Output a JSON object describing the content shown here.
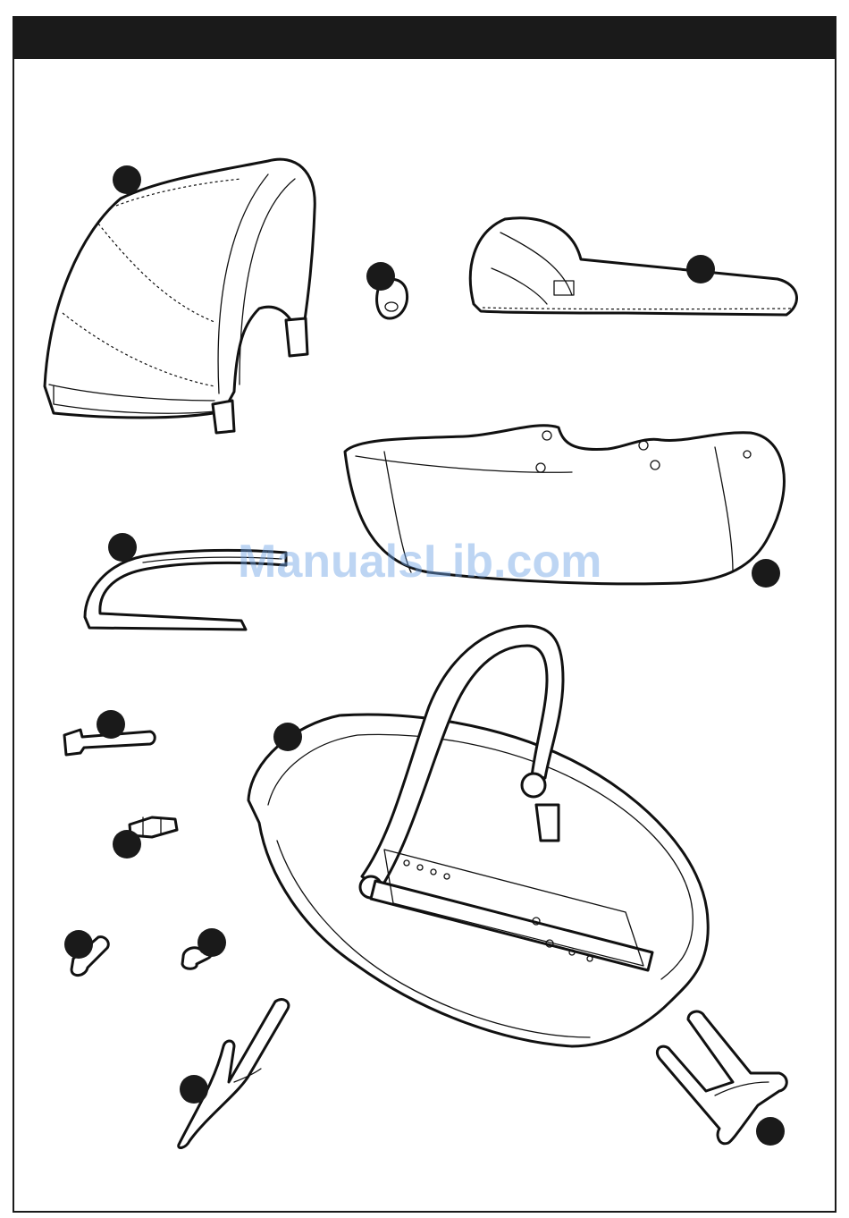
{
  "page": {
    "header_color": "#1a1a1a",
    "watermark": "ManualsLib.com",
    "watermark_color": "#6fa3e6"
  },
  "parts": [
    {
      "name": "hood",
      "icon": "hood-icon"
    },
    {
      "name": "hood-clip",
      "icon": "clip-icon"
    },
    {
      "name": "apron-cover",
      "icon": "apron-icon"
    },
    {
      "name": "carrycot-fabric",
      "icon": "fabric-icon"
    },
    {
      "name": "hood-frame",
      "icon": "frame-icon"
    },
    {
      "name": "carrycot-shell",
      "icon": "carrycot-icon"
    },
    {
      "name": "pin-long",
      "icon": "pin-icon"
    },
    {
      "name": "connector",
      "icon": "connector-icon"
    },
    {
      "name": "pin-short-a",
      "icon": "pin-icon"
    },
    {
      "name": "pin-short-b",
      "icon": "pin-icon"
    },
    {
      "name": "leg-left",
      "icon": "leg-icon"
    },
    {
      "name": "leg-right",
      "icon": "leg-icon"
    }
  ]
}
